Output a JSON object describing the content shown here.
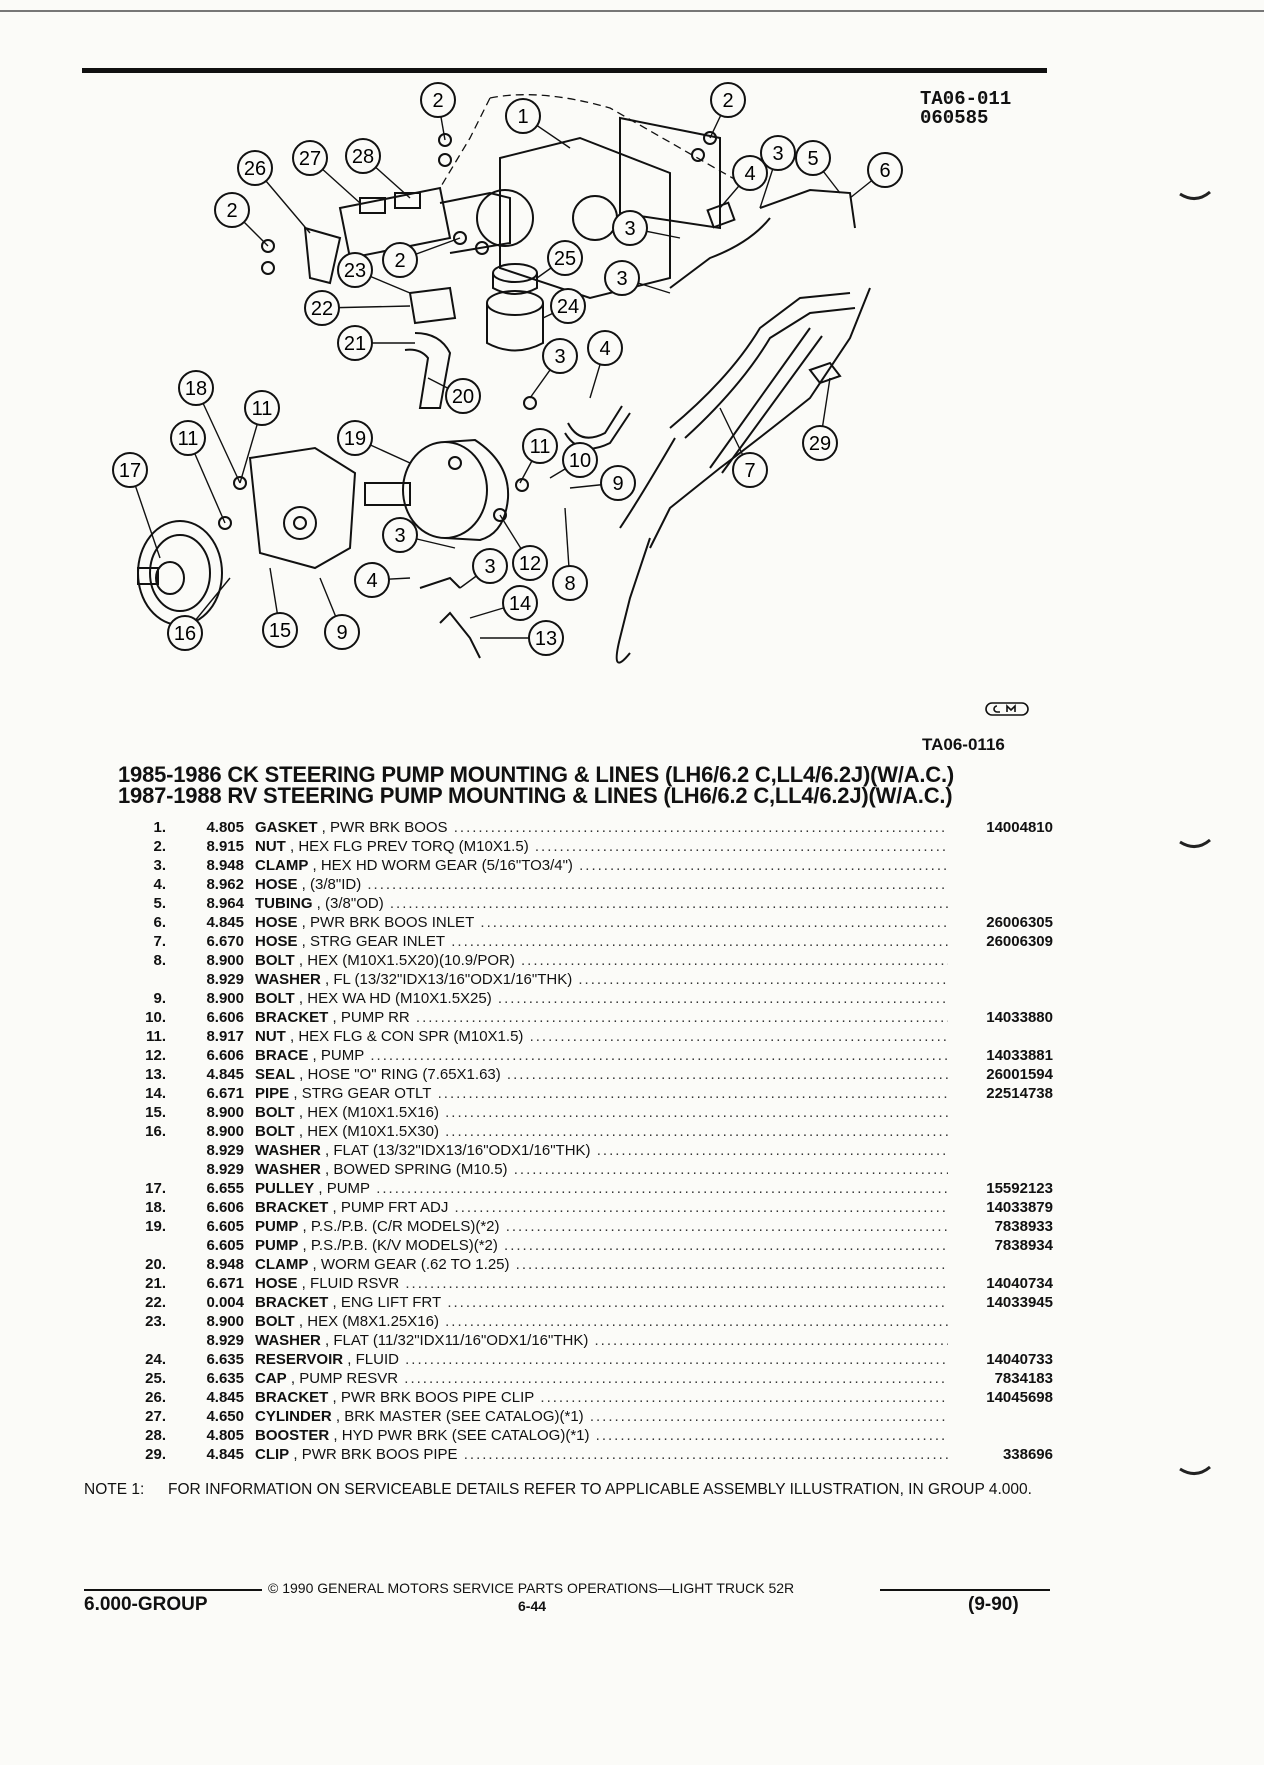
{
  "header": {
    "ref_code": "TA06-011",
    "ref_date": "060585",
    "figure_code": "TA06-0116"
  },
  "callouts": [
    "1",
    "2",
    "3",
    "4",
    "5",
    "6",
    "7",
    "8",
    "9",
    "10",
    "11",
    "12",
    "13",
    "14",
    "15",
    "16",
    "17",
    "18",
    "19",
    "20",
    "21",
    "22",
    "23",
    "24",
    "25",
    "26",
    "27",
    "28",
    "29"
  ],
  "heading": {
    "line1": "1985-1986 CK STEERING PUMP MOUNTING & LINES (LH6/6.2 C,LL4/6.2J)(W/A.C.)",
    "line2": "1987-1988 RV STEERING PUMP MOUNTING & LINES (LH6/6.2 C,LL4/6.2J)(W/A.C.)"
  },
  "parts": [
    {
      "num": "1.",
      "group": "4.805",
      "name": "GASKET",
      "desc": "PWR BRK BOOS",
      "pn": "14004810"
    },
    {
      "num": "2.",
      "group": "8.915",
      "name": "NUT",
      "desc": "HEX FLG PREV TORQ (M10X1.5)",
      "pn": ""
    },
    {
      "num": "3.",
      "group": "8.948",
      "name": "CLAMP",
      "desc": "HEX HD WORM GEAR (5/16\"TO3/4\")",
      "pn": ""
    },
    {
      "num": "4.",
      "group": "8.962",
      "name": "HOSE",
      "desc": "(3/8\"ID)",
      "pn": ""
    },
    {
      "num": "5.",
      "group": "8.964",
      "name": "TUBING",
      "desc": "(3/8\"OD)",
      "pn": ""
    },
    {
      "num": "6.",
      "group": "4.845",
      "name": "HOSE",
      "desc": "PWR BRK BOOS INLET",
      "pn": "26006305"
    },
    {
      "num": "7.",
      "group": "6.670",
      "name": "HOSE",
      "desc": "STRG GEAR INLET",
      "pn": "26006309"
    },
    {
      "num": "8.",
      "group": "8.900",
      "name": "BOLT",
      "desc": "HEX (M10X1.5X20)(10.9/POR)",
      "pn": ""
    },
    {
      "num": "",
      "group": "8.929",
      "name": "WASHER",
      "desc": "FL (13/32\"IDX13/16\"ODX1/16\"THK)",
      "pn": ""
    },
    {
      "num": "9.",
      "group": "8.900",
      "name": "BOLT",
      "desc": "HEX WA HD (M10X1.5X25)",
      "pn": ""
    },
    {
      "num": "10.",
      "group": "6.606",
      "name": "BRACKET",
      "desc": "PUMP RR",
      "pn": "14033880"
    },
    {
      "num": "11.",
      "group": "8.917",
      "name": "NUT",
      "desc": "HEX FLG & CON SPR (M10X1.5)",
      "pn": ""
    },
    {
      "num": "12.",
      "group": "6.606",
      "name": "BRACE",
      "desc": "PUMP",
      "pn": "14033881"
    },
    {
      "num": "13.",
      "group": "4.845",
      "name": "SEAL",
      "desc": "HOSE \"O\" RING (7.65X1.63)",
      "pn": "26001594"
    },
    {
      "num": "14.",
      "group": "6.671",
      "name": "PIPE",
      "desc": "STRG GEAR OTLT",
      "pn": "22514738"
    },
    {
      "num": "15.",
      "group": "8.900",
      "name": "BOLT",
      "desc": "HEX (M10X1.5X16)",
      "pn": ""
    },
    {
      "num": "16.",
      "group": "8.900",
      "name": "BOLT",
      "desc": "HEX (M10X1.5X30)",
      "pn": ""
    },
    {
      "num": "",
      "group": "8.929",
      "name": "WASHER",
      "desc": "FLAT (13/32\"IDX13/16\"ODX1/16\"THK)",
      "pn": ""
    },
    {
      "num": "",
      "group": "8.929",
      "name": "WASHER",
      "desc": "BOWED SPRING (M10.5)",
      "pn": ""
    },
    {
      "num": "17.",
      "group": "6.655",
      "name": "PULLEY",
      "desc": "PUMP",
      "pn": "15592123"
    },
    {
      "num": "18.",
      "group": "6.606",
      "name": "BRACKET",
      "desc": "PUMP FRT ADJ",
      "pn": "14033879"
    },
    {
      "num": "19.",
      "group": "6.605",
      "name": "PUMP",
      "desc": "P.S./P.B. (C/R MODELS)(*2)",
      "pn": "7838933"
    },
    {
      "num": "",
      "group": "6.605",
      "name": "PUMP",
      "desc": "P.S./P.B. (K/V MODELS)(*2)",
      "pn": "7838934"
    },
    {
      "num": "20.",
      "group": "8.948",
      "name": "CLAMP",
      "desc": "WORM GEAR (.62 TO 1.25)",
      "pn": ""
    },
    {
      "num": "21.",
      "group": "6.671",
      "name": "HOSE",
      "desc": "FLUID RSVR",
      "pn": "14040734"
    },
    {
      "num": "22.",
      "group": "0.004",
      "name": "BRACKET",
      "desc": "ENG LIFT FRT",
      "pn": "14033945"
    },
    {
      "num": "23.",
      "group": "8.900",
      "name": "BOLT",
      "desc": "HEX (M8X1.25X16)",
      "pn": ""
    },
    {
      "num": "",
      "group": "8.929",
      "name": "WASHER",
      "desc": "FLAT (11/32\"IDX11/16\"ODX1/16\"THK)",
      "pn": ""
    },
    {
      "num": "24.",
      "group": "6.635",
      "name": "RESERVOIR",
      "desc": "FLUID",
      "pn": "14040733"
    },
    {
      "num": "25.",
      "group": "6.635",
      "name": "CAP",
      "desc": "PUMP RESVR",
      "pn": "7834183"
    },
    {
      "num": "26.",
      "group": "4.845",
      "name": "BRACKET",
      "desc": "PWR BRK BOOS PIPE CLIP",
      "pn": "14045698"
    },
    {
      "num": "27.",
      "group": "4.650",
      "name": "CYLINDER",
      "desc": "BRK MASTER (SEE CATALOG)(*1)",
      "pn": ""
    },
    {
      "num": "28.",
      "group": "4.805",
      "name": "BOOSTER",
      "desc": "HYD PWR BRK (SEE CATALOG)(*1)",
      "pn": ""
    },
    {
      "num": "29.",
      "group": "4.845",
      "name": "CLIP",
      "desc": "PWR BRK BOOS PIPE",
      "pn": "338696"
    }
  ],
  "note": {
    "label": "NOTE 1:",
    "text": "FOR INFORMATION ON SERVICEABLE DETAILS REFER TO APPLICABLE ASSEMBLY ILLUSTRATION, IN GROUP 4.000."
  },
  "footer": {
    "copyright": "© 1990 GENERAL MOTORS SERVICE PARTS OPERATIONS—LIGHT TRUCK 52R",
    "group": "6.000-GROUP",
    "page": "6-44",
    "date": "(9-90)"
  },
  "colors": {
    "ink": "#111111",
    "paper": "#fbfbf8"
  }
}
